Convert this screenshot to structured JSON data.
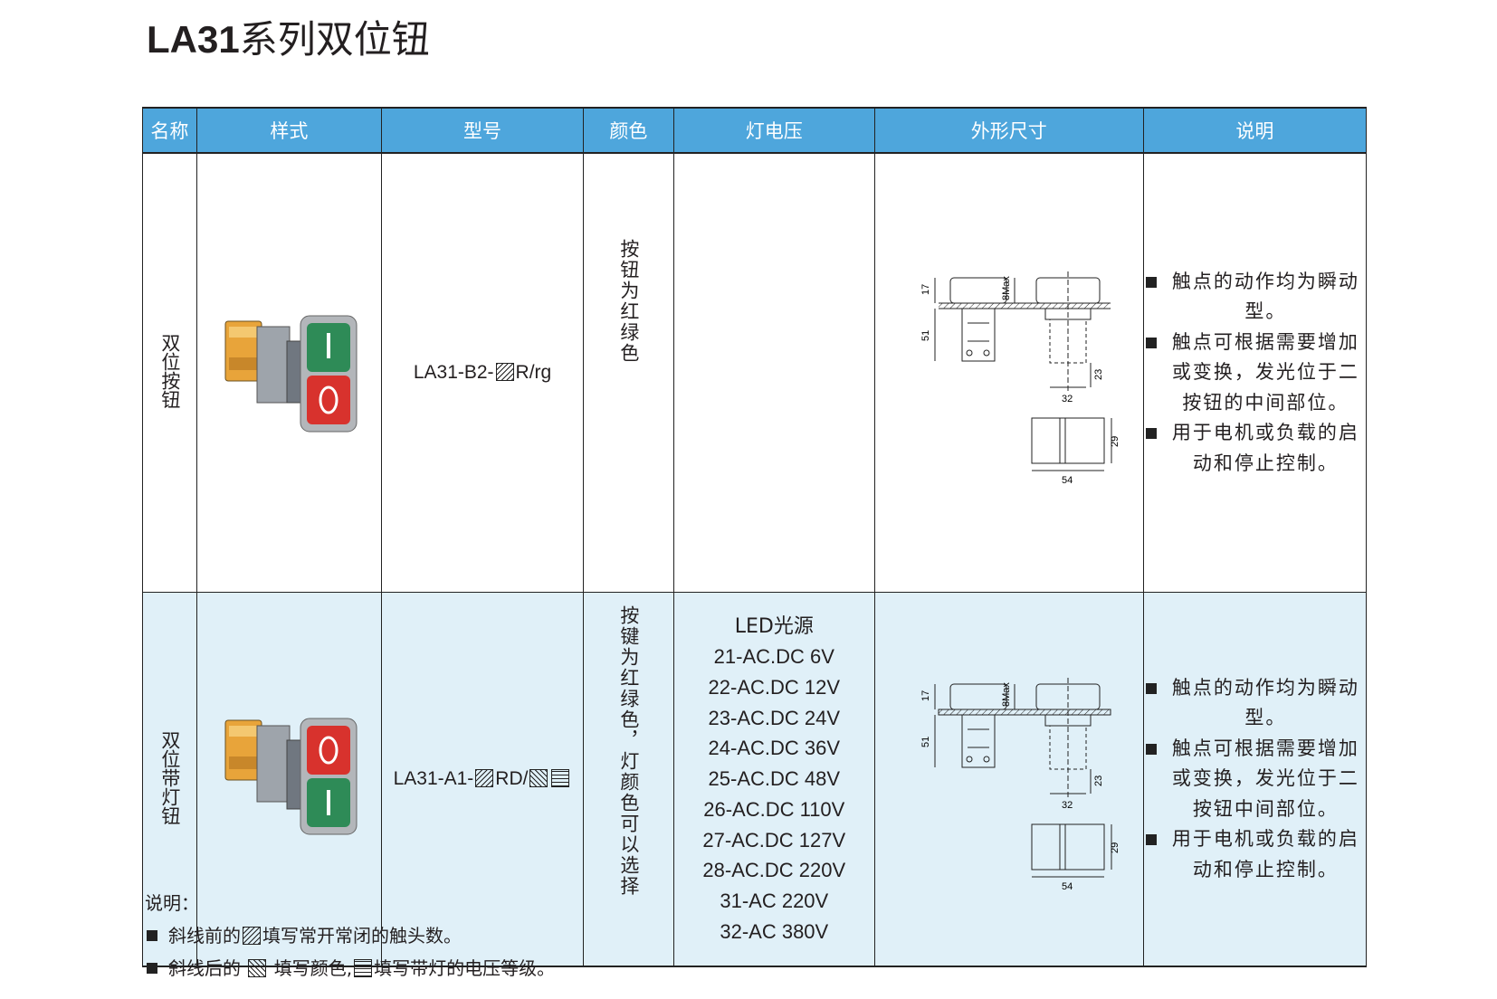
{
  "title": {
    "latin": "LA31",
    "cjk": "系列双位钮"
  },
  "table": {
    "headers": [
      "名称",
      "样式",
      "型号",
      "颜色",
      "灯电压",
      "外形尺寸",
      "说明"
    ],
    "rows": [
      {
        "name": "双位按钮",
        "model_prefix": "LA31-B2-",
        "model_suffix": "R/rg",
        "color": "按钮为红绿色",
        "voltage": {
          "header": "",
          "items": []
        },
        "desc": [
          "触点的动作均为瞬动型。",
          "触点可根据需要增加或变换，发光位于二按钮的中间部位。",
          "用于电机或负载的启动和停止控制。"
        ]
      },
      {
        "name": "双位带灯钮",
        "model_prefix": "LA31-A1-",
        "model_mid": "RD/",
        "color": "按键为红绿色，灯颜色可以选择",
        "voltage": {
          "header": "LED光源",
          "items": [
            "21-AC.DC 6V",
            "22-AC.DC 12V",
            "23-AC.DC 24V",
            "24-AC.DC 36V",
            "25-AC.DC 48V",
            "26-AC.DC 110V",
            "27-AC.DC 127V",
            "28-AC.DC 220V",
            "31-AC 220V",
            "32-AC 380V"
          ]
        },
        "desc": [
          "触点的动作均为瞬动型。",
          "触点可根据需要增加或变换，发光位于二按钮中间部位。",
          "用于电机或负载的启动和停止控制。"
        ]
      }
    ],
    "dimensions": {
      "d17": "17",
      "d8max": "8Max",
      "d51": "51",
      "d23": "23",
      "d32": "32",
      "d29": "29",
      "d54": "54"
    }
  },
  "notes": {
    "heading": "说明：",
    "line1_a": "斜线前的",
    "line1_b": "填写常开常闭的触头数。",
    "line2_a": "斜线后的",
    "line2_b": "填写颜色,",
    "line2_c": "填写带灯的电压等级。"
  },
  "colors": {
    "header_bg": "#4ea6dc",
    "row_alt_bg": "#e0f0f8",
    "button_green": "#2e8b57",
    "button_red": "#d8322d"
  }
}
